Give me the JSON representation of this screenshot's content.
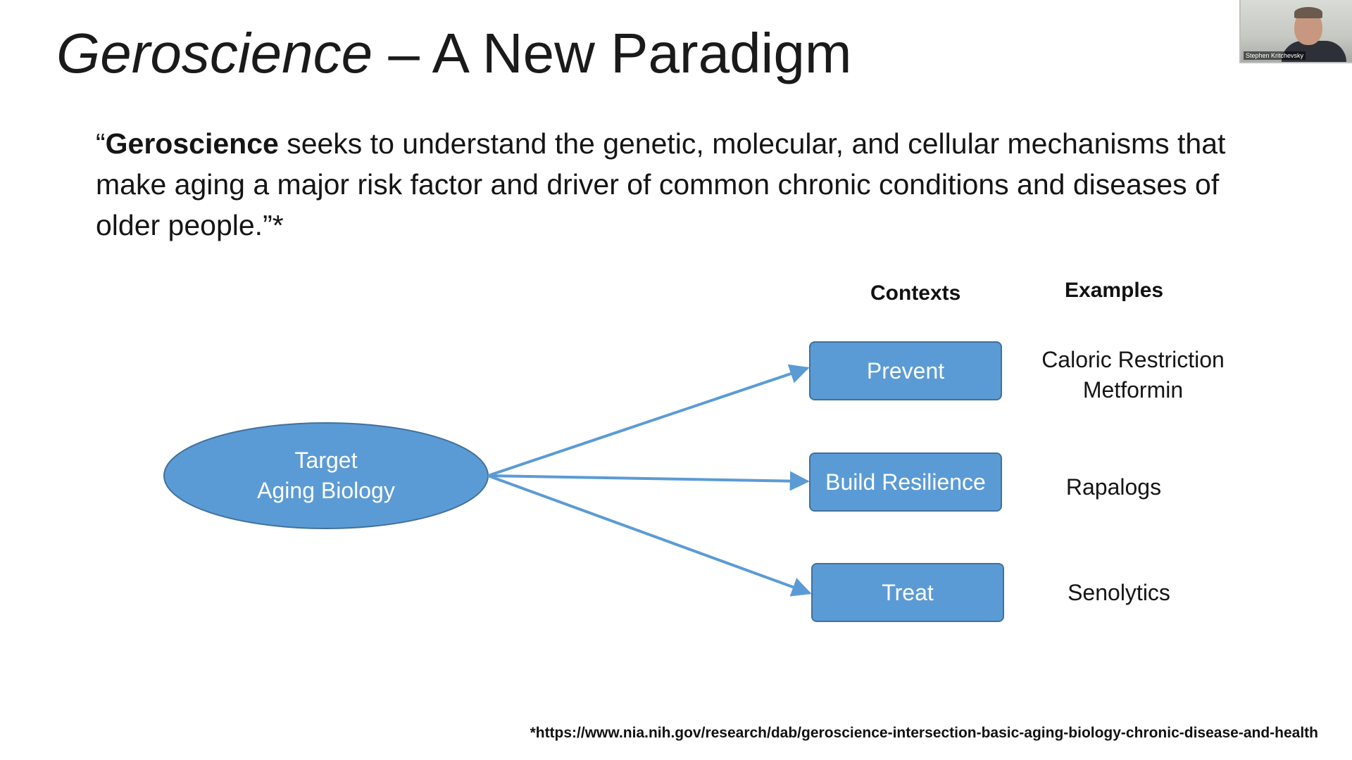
{
  "slide": {
    "title_italic": "Geroscience",
    "title_rest": " – A New Paradigm",
    "quote": {
      "open_mark": "“",
      "bold_term": "Geroscience",
      "text": " seeks to understand the genetic, molecular, and cellular mechanisms that make aging a major risk factor and driver of common chronic conditions and diseases of older people.”*"
    },
    "footnote": "*https://www.nia.nih.gov/research/dab/geroscience-intersection-basic-aging-biology-chronic-disease-and-health"
  },
  "diagram": {
    "source": {
      "line1": "Target",
      "line2": "Aging Biology"
    },
    "headers": {
      "contexts": "Contexts",
      "examples": "Examples"
    },
    "contexts": [
      {
        "label": "Prevent",
        "examples": [
          "Caloric Restriction",
          "Metformin"
        ]
      },
      {
        "label": "Build Resilience",
        "examples": [
          "Rapalogs"
        ]
      },
      {
        "label": "Treat",
        "examples": [
          "Senolytics"
        ]
      }
    ],
    "colors": {
      "shape_fill": "#5b9bd5",
      "shape_border": "#41719c",
      "arrow": "#5b9bd5"
    }
  },
  "webcam": {
    "participant_name": "Stephen Kritchevsky"
  }
}
